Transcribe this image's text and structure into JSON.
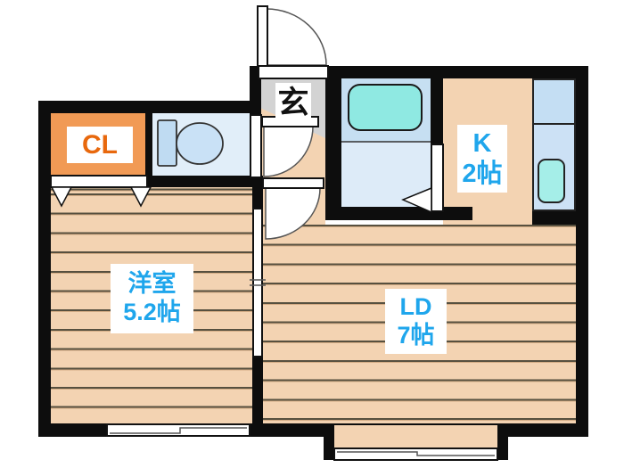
{
  "rooms": {
    "closet": {
      "label": "CL"
    },
    "entrance": {
      "label": "玄"
    },
    "kitchen": {
      "label": "K",
      "size": "2帖"
    },
    "western_room": {
      "label": "洋室",
      "size": "5.2帖"
    },
    "living_dining": {
      "label": "LD",
      "size": "7帖"
    }
  },
  "colors": {
    "wall": "#0d0d0d",
    "wood_floor": "#F3D3B2",
    "floor_line": "#57503F",
    "closet_fill": "#F19A55",
    "closet_text": "#E8680D",
    "label_blue": "#1FA6EC",
    "entrance_gray": "#D3D3D3",
    "toilet_room_fill": "#E1EEF9",
    "tank_fill": "#BFDBF2",
    "bowl_fill": "#C9E1F6",
    "bath_upper_fill": "#C6DFF2",
    "bath_lower_fill": "#DDEBF8",
    "tub_fill": "#8FE9E2",
    "counter_upper_fill": "#C4DEF3",
    "counter_lower_fill": "#CCE1F5",
    "sink_fill": "#A5EEE8"
  }
}
